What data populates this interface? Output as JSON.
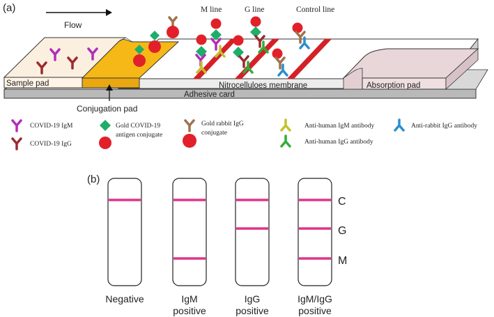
{
  "panel_a": {
    "label": "(a)",
    "flow_label": "Flow",
    "line_labels": {
      "m_line": "M line",
      "g_line": "G line",
      "control_line": "Control line"
    },
    "parts": {
      "sample_pad": "Sample pad",
      "conjugation_pad": "Conjugation pad",
      "membrane": "Nitrocelluloes membrane",
      "absorption_pad": "Absorption pad",
      "adhesive_card": "Adhesive card"
    },
    "legend": {
      "igm": "COVID-19 IgM",
      "igg": "COVID-19 IgG",
      "gold_antigen_line1": "Gold COVID-19",
      "gold_antigen_line2": "antigen conjugate",
      "gold_rabbit_line1": "Gold rabbit IgG",
      "gold_rabbit_line2": "conjugate",
      "anti_igm": "Anti-human IgM antibody",
      "anti_igg": "Anti-human IgG antibody",
      "anti_rabbit": "Anti-rabbit IgG antibody"
    }
  },
  "panel_b": {
    "label": "(b)",
    "line_letters": {
      "c": "C",
      "g": "G",
      "m": "M"
    },
    "strips": [
      {
        "label_line1": "Negative",
        "label_line2": "",
        "c": true,
        "g": false,
        "m": false
      },
      {
        "label_line1": "IgM",
        "label_line2": "positive",
        "c": true,
        "g": false,
        "m": true
      },
      {
        "label_line1": "IgG",
        "label_line2": "positive",
        "c": true,
        "g": true,
        "m": false
      },
      {
        "label_line1": "IgM/IgG",
        "label_line2": "positive",
        "c": true,
        "g": true,
        "m": true
      }
    ]
  },
  "colors": {
    "igm": "#b22db8",
    "igg": "#9b2b2e",
    "green": "#1fae6a",
    "gold_red": "#e2202a",
    "rabbit": "#a0714a",
    "anti_igm": "#c2c12d",
    "anti_igg": "#2fae3a",
    "anti_rabbit": "#2b8fce",
    "test_line": "#e0338a",
    "conj_pad": "#f6b817",
    "stripe": "#d62027"
  }
}
